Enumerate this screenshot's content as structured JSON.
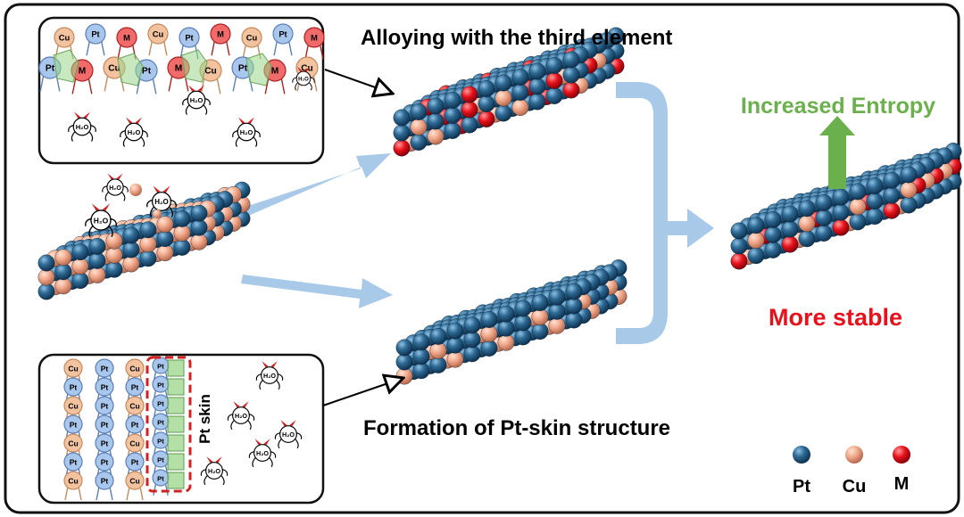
{
  "title_alloying": "Alloying with the third element",
  "title_pt_skin": "Formation of Pt-skin structure",
  "increased_entropy": "Increased Entropy",
  "more_stable": "More stable",
  "pt_skin_label": "Pt skin",
  "water_label": "H₂O",
  "atom_labels": {
    "pt": "Pt",
    "cu": "Cu",
    "m": "M"
  },
  "legend": [
    {
      "label": "Pt",
      "color": "#2f6b95"
    },
    {
      "label": "Cu",
      "color": "#f0a88a"
    },
    {
      "label": "M",
      "color": "#e8121c"
    }
  ],
  "colors": {
    "pt": "#2f6b95",
    "cu": "#f0a88a",
    "m": "#e8121c",
    "arrow": "#a9c9e8",
    "entropy_green": "#6ab04c",
    "stable_red": "#e8121c",
    "dashed_red": "#d42020"
  }
}
